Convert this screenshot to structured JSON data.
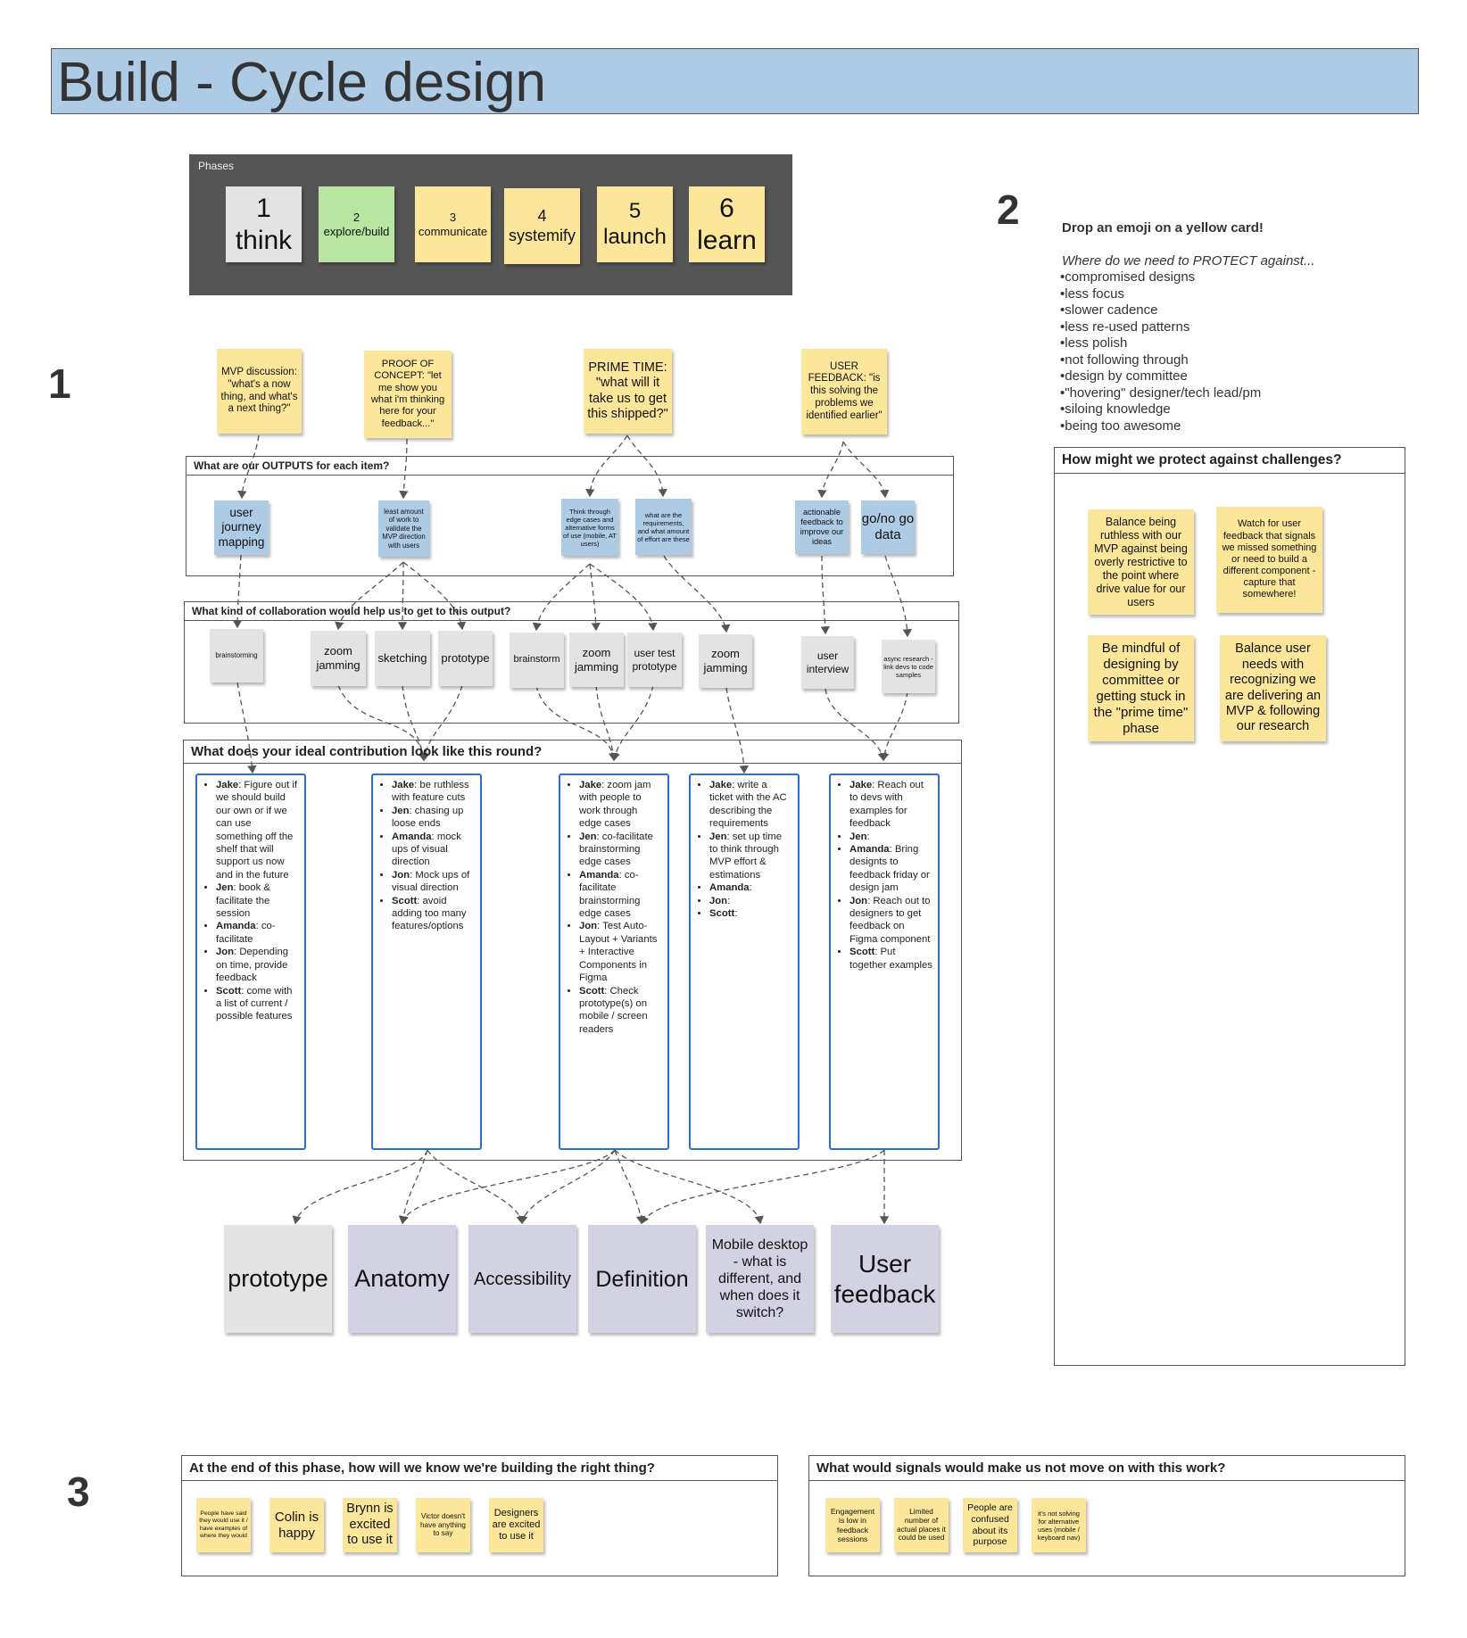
{
  "title": "Build - Cycle design",
  "phases": {
    "label": "Phases",
    "items": [
      {
        "num": "1",
        "name": "think"
      },
      {
        "num": "2",
        "name": "explore/build"
      },
      {
        "num": "3",
        "name": "communicate"
      },
      {
        "num": "4",
        "name": "systemify"
      },
      {
        "num": "5",
        "name": "launch"
      },
      {
        "num": "6",
        "name": "learn"
      }
    ]
  },
  "section_numbers": {
    "one": "1",
    "two": "2",
    "three": "3"
  },
  "prompt_cards": [
    "MVP discussion: \"what's a now thing, and what's a next thing?\"",
    "PROOF OF CONCEPT: \"let me show you what i'm thinking here for your feedback...\"",
    "PRIME TIME: \"what will it take us to get this shipped?\"",
    "USER FEEDBACK: \"is this solving the problems we identified earlier\""
  ],
  "outputs": {
    "title": "What are  our OUTPUTS for each item?",
    "items": [
      "user journey mapping",
      "least amount of work to validate the MVP direction with users",
      "Think through edge cases and alternative forms of use (mobile, AT users)",
      "what are the requirements, and what amount of effort are these",
      "actionable feedback to improve our ideas",
      "go/no go data"
    ]
  },
  "collab": {
    "title": "What kind of collaboration would help us to get to this output?",
    "items": [
      "brainstorming",
      "zoom jamming",
      "sketching",
      "prototype",
      "brainstorm",
      "zoom jamming",
      "user test prototype",
      "zoom jamming",
      "user interview",
      "async research - link devs to code samples"
    ]
  },
  "contribution": {
    "title": "What does your ideal contribution look like this round?",
    "columns": [
      [
        {
          "name": "Jake",
          "text": ": Figure out if we should build our own or if we can use something off the shelf that will support us now and in the future"
        },
        {
          "name": "Jen",
          "text": ": book & facilitate the session"
        },
        {
          "name": "Amanda",
          "text": ": co-facilitate"
        },
        {
          "name": "Jon",
          "text": ": Depending on time, provide feedback"
        },
        {
          "name": "Scott",
          "text": ": come with a list of current / possible features"
        }
      ],
      [
        {
          "name": "Jake",
          "text": ": be ruthless with feature cuts"
        },
        {
          "name": "Jen",
          "text": ": chasing up loose ends"
        },
        {
          "name": "Amanda",
          "text": ": mock ups of visual direction"
        },
        {
          "name": "Jon",
          "text": ": Mock ups of visual direction"
        },
        {
          "name": "Scott",
          "text": ": avoid adding too many features/options"
        }
      ],
      [
        {
          "name": "Jake",
          "text": ": zoom jam with people to work through edge cases"
        },
        {
          "name": "Jen",
          "text": ": co-facilitate brainstorming edge cases"
        },
        {
          "name": "Amanda",
          "text": ": co-facilitate brainstorming edge cases"
        },
        {
          "name": "Jon",
          "text": ": Test Auto-Layout + Variants + Interactive Components in Figma"
        },
        {
          "name": "Scott",
          "text": ": Check prototype(s) on mobile / screen readers"
        }
      ],
      [
        {
          "name": "Jake",
          "text": ": write a ticket with the AC describing the requirements"
        },
        {
          "name": "Jen",
          "text": ": set up time to think through MVP effort & estimations"
        },
        {
          "name": "Amanda",
          "text": ":"
        },
        {
          "name": "Jon",
          "text": ":"
        },
        {
          "name": "Scott",
          "text": ":"
        }
      ],
      [
        {
          "name": "Jake",
          "text": ": Reach out to devs with examples for feedback"
        },
        {
          "name": "Jen",
          "text": ":"
        },
        {
          "name": "Amanda",
          "text": ": Bring designts to feedback friday or design jam"
        },
        {
          "name": "Jon",
          "text": ": Reach out to designers to get feedback on Figma component"
        },
        {
          "name": "Scott",
          "text": ": Put together examples"
        }
      ]
    ]
  },
  "results": [
    "prototype",
    "Anatomy",
    "Accessibility",
    "Definition",
    "Mobile desktop - what is different, and when does it switch?",
    "User feedback"
  ],
  "protect": {
    "heading": "Drop an emoji on a  yellow card!",
    "subheading": "Where do we need to PROTECT against...",
    "items": [
      "compromised designs",
      "less focus",
      "slower cadence",
      "less re-used patterns",
      "less polish",
      "not following through",
      "design by committee",
      "\"hovering\" designer/tech lead/pm",
      "siloing knowledge",
      "being too awesome"
    ]
  },
  "challenges": {
    "title": "How might we protect against challenges?",
    "cards": [
      "Balance being ruthless with our MVP against being overly restrictive to the point where drive value for our users",
      "Watch for user feedback that signals we missed something or need to build a different component - capture that somewhere!",
      "Be mindful of designing by committee or getting stuck in the \"prime time\" phase",
      "Balance user needs with recognizing we are delivering an MVP & following our research"
    ]
  },
  "right_thing": {
    "title": "At the end of this phase, how will we know we're building the right thing?",
    "cards": [
      "People have said they would use it / have examples of where they would",
      "Colin is happy",
      "Brynn is excited to use it",
      "Victor doesn't have anything to say",
      "Designers are excited to use it"
    ]
  },
  "signals": {
    "title": "What would signals would make us not move on with this work?",
    "cards": [
      "Engagement is low in feedback sessions",
      "Limited number of actual places it could be used",
      "People are confused about its purpose",
      "it's not solving for alternative uses (mobile / keyboard nav)"
    ]
  }
}
